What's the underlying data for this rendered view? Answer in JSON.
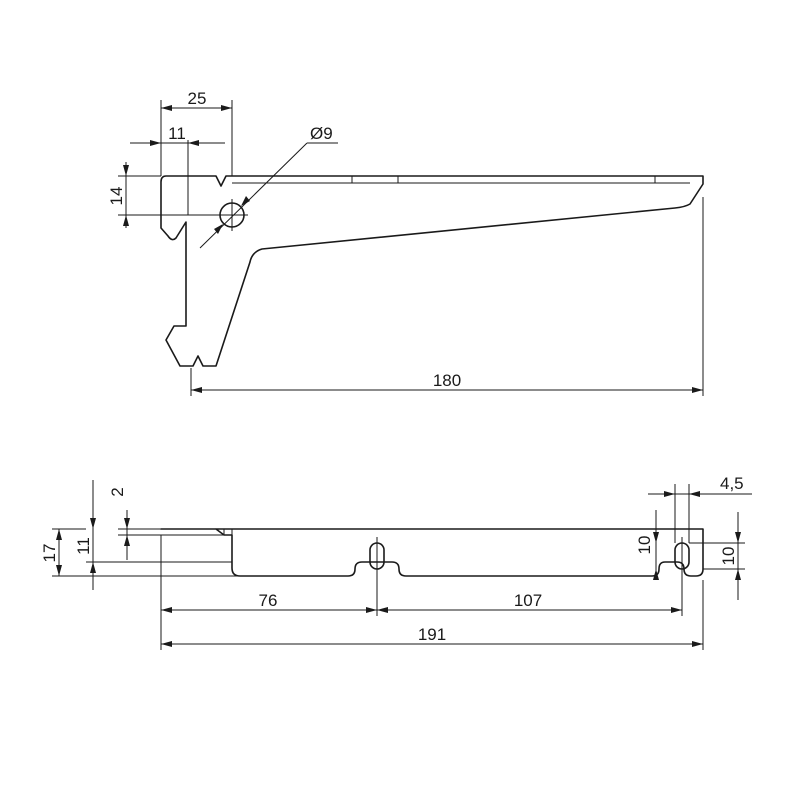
{
  "side_view": {
    "dimensions": {
      "width_25": "25",
      "width_11": "11",
      "height_14": "14",
      "hole_diameter": "Ø9",
      "length_180": "180"
    }
  },
  "top_view": {
    "dimensions": {
      "thickness_2": "2",
      "height_11": "11",
      "height_17": "17",
      "slot_offset_76": "76",
      "slot_spacing_107": "107",
      "total_length_191": "191",
      "slot_width_4_5": "4,5",
      "slot_length_left_10": "10",
      "slot_length_right_10": "10"
    }
  }
}
